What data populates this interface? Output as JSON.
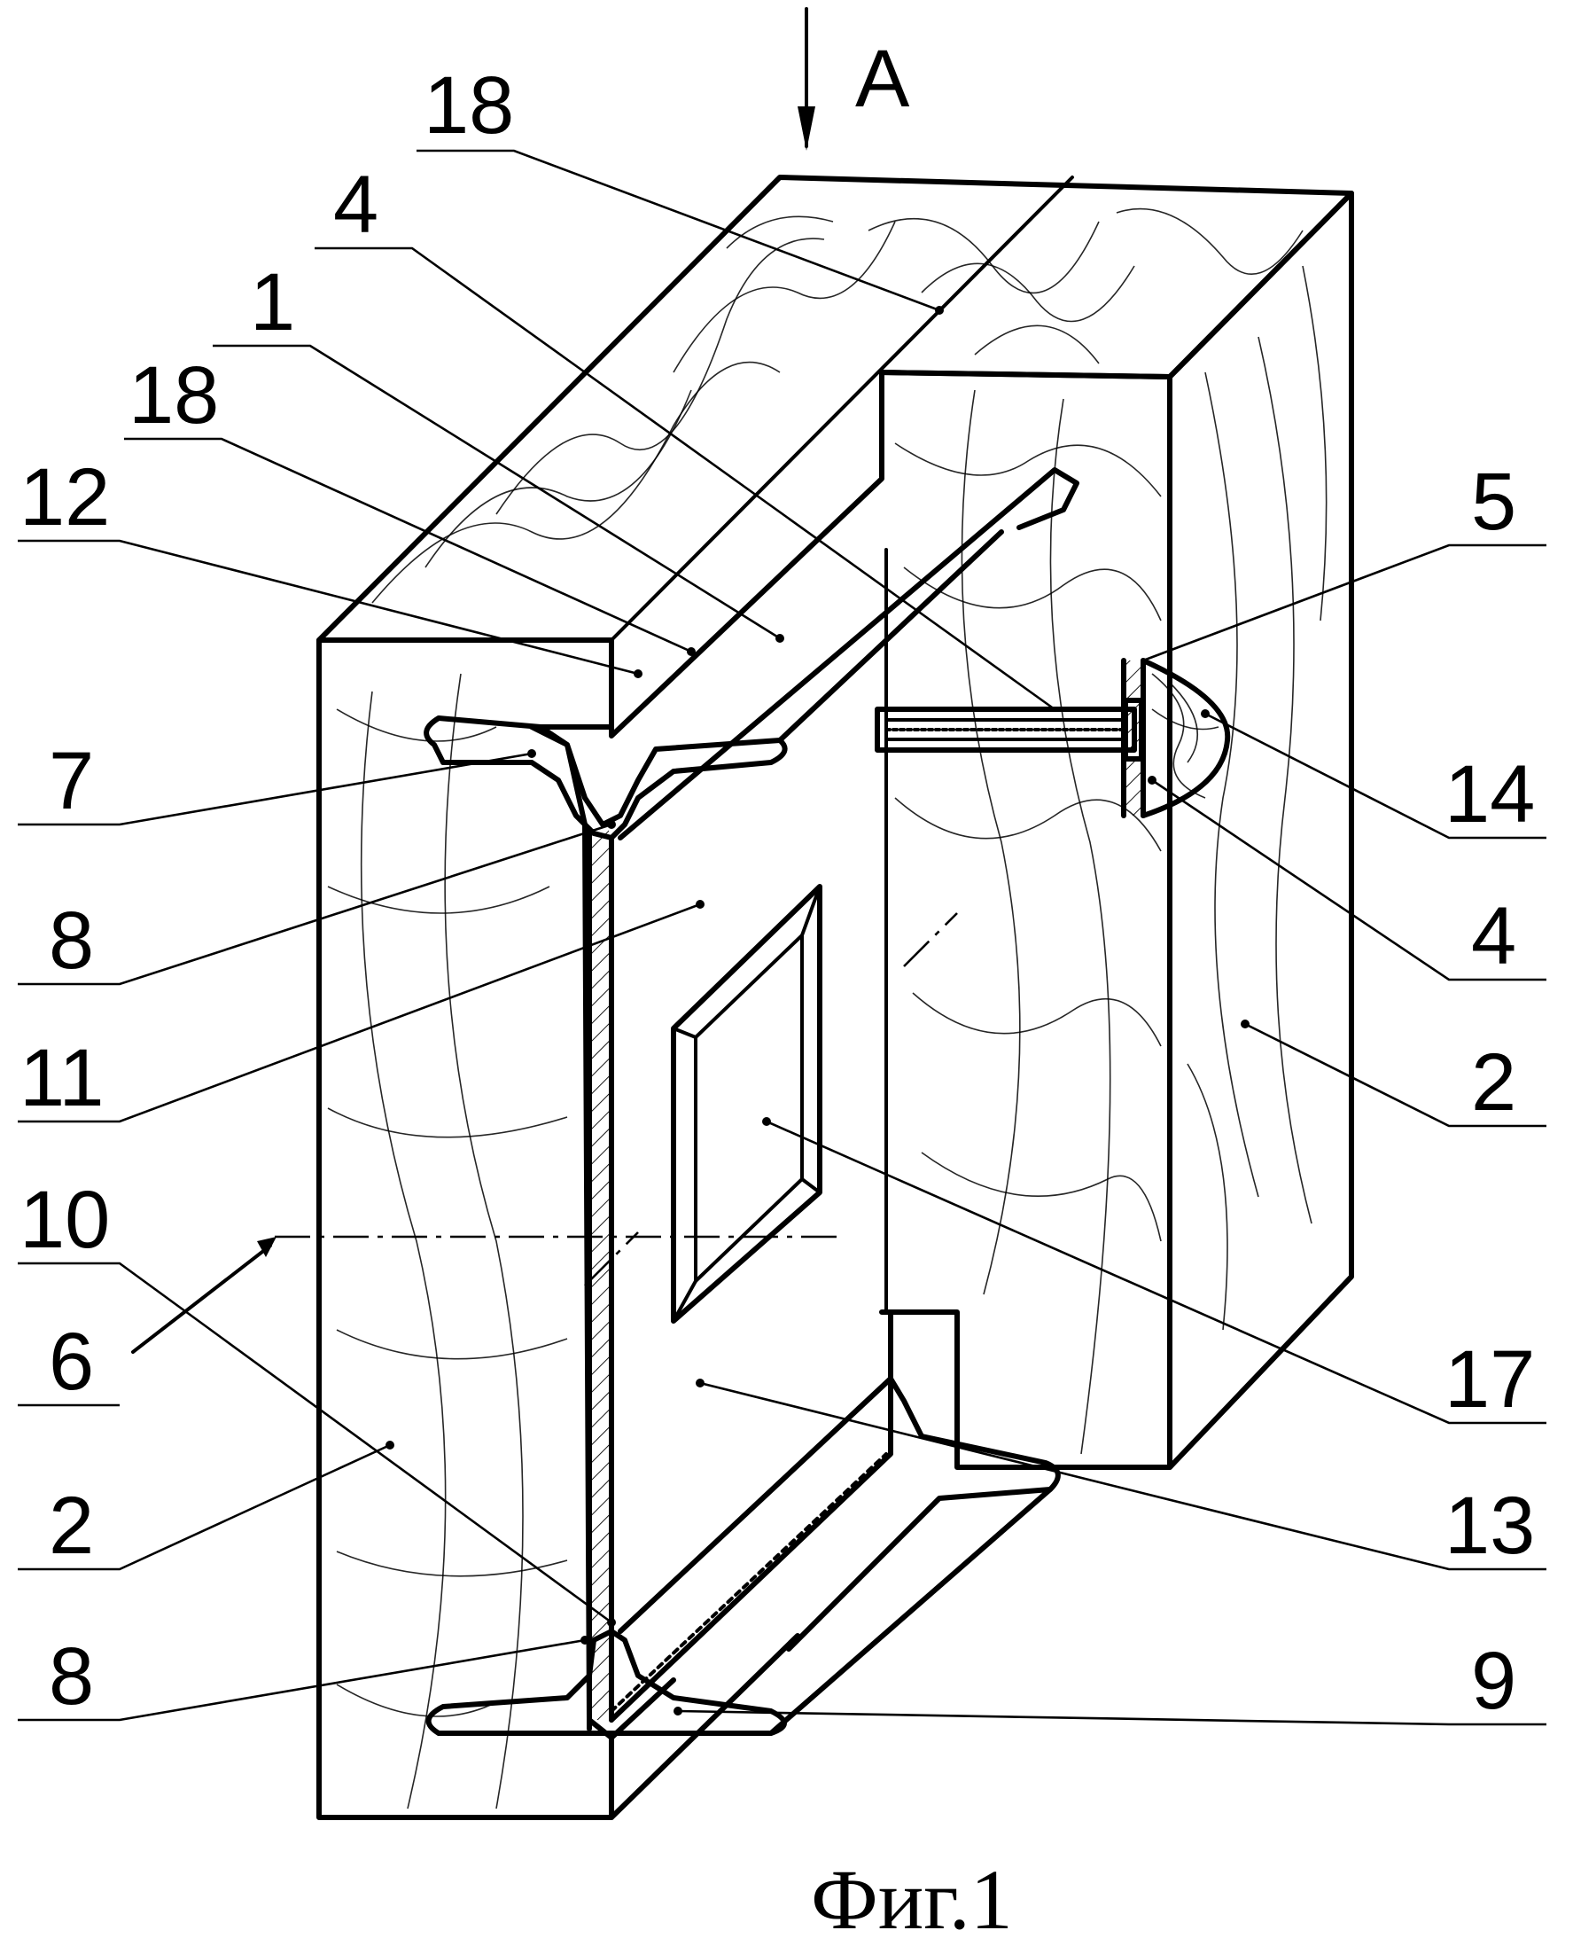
{
  "figure": {
    "caption": "Фиг.1",
    "view_marker": "A",
    "callouts": {
      "top_18": "18",
      "top_4": "4",
      "top_1": "1",
      "left_18": "18",
      "left_12": "12",
      "left_7": "7",
      "left_8_upper": "8",
      "left_11": "11",
      "left_10": "10",
      "left_6": "6",
      "left_2": "2",
      "left_8_lower": "8",
      "right_5": "5",
      "right_14": "14",
      "right_4": "4",
      "right_2": "2",
      "right_17": "17",
      "right_13": "13",
      "right_9": "9"
    }
  }
}
